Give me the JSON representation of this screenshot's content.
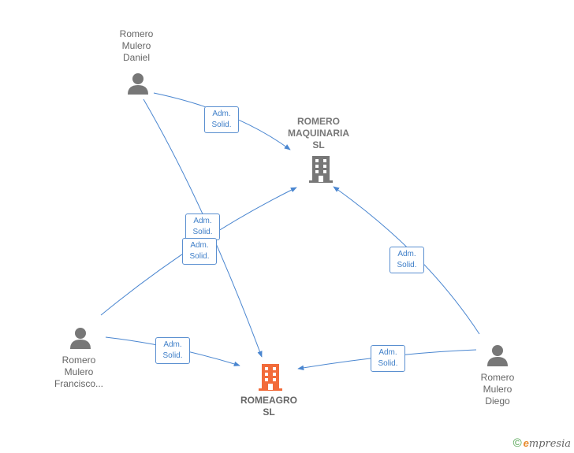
{
  "nodes": {
    "daniel": {
      "label": "Romero\nMulero\nDaniel",
      "icon": "person-icon"
    },
    "francisco": {
      "label": "Romero\nMulero\nFrancisco...",
      "icon": "person-icon"
    },
    "diego": {
      "label": "Romero\nMulero\nDiego",
      "icon": "person-icon"
    },
    "maquinaria": {
      "label": "ROMERO\nMAQUINARIA\nSL",
      "icon": "building-icon"
    },
    "romeagro": {
      "label": "ROMEAGRO\nSL",
      "icon": "building-icon"
    }
  },
  "edges": [
    {
      "from": "daniel",
      "to": "maquinaria",
      "label": "Adm.\nSolid."
    },
    {
      "from": "daniel",
      "to": "romeagro",
      "label": "Adm.\nSolid."
    },
    {
      "from": "francisco",
      "to": "maquinaria",
      "label": "Adm.\nSolid."
    },
    {
      "from": "francisco",
      "to": "romeagro",
      "label": "Adm.\nSolid."
    },
    {
      "from": "diego",
      "to": "maquinaria",
      "label": "Adm.\nSolid."
    },
    {
      "from": "diego",
      "to": "romeagro",
      "label": "Adm.\nSolid."
    }
  ],
  "colors": {
    "edge": "#4a86d0",
    "person": "#777777",
    "company": "#777777",
    "company_highlight": "#f26b3a"
  },
  "brand": {
    "copyright": "©",
    "name_first": "e",
    "name_rest": "mpresia"
  }
}
